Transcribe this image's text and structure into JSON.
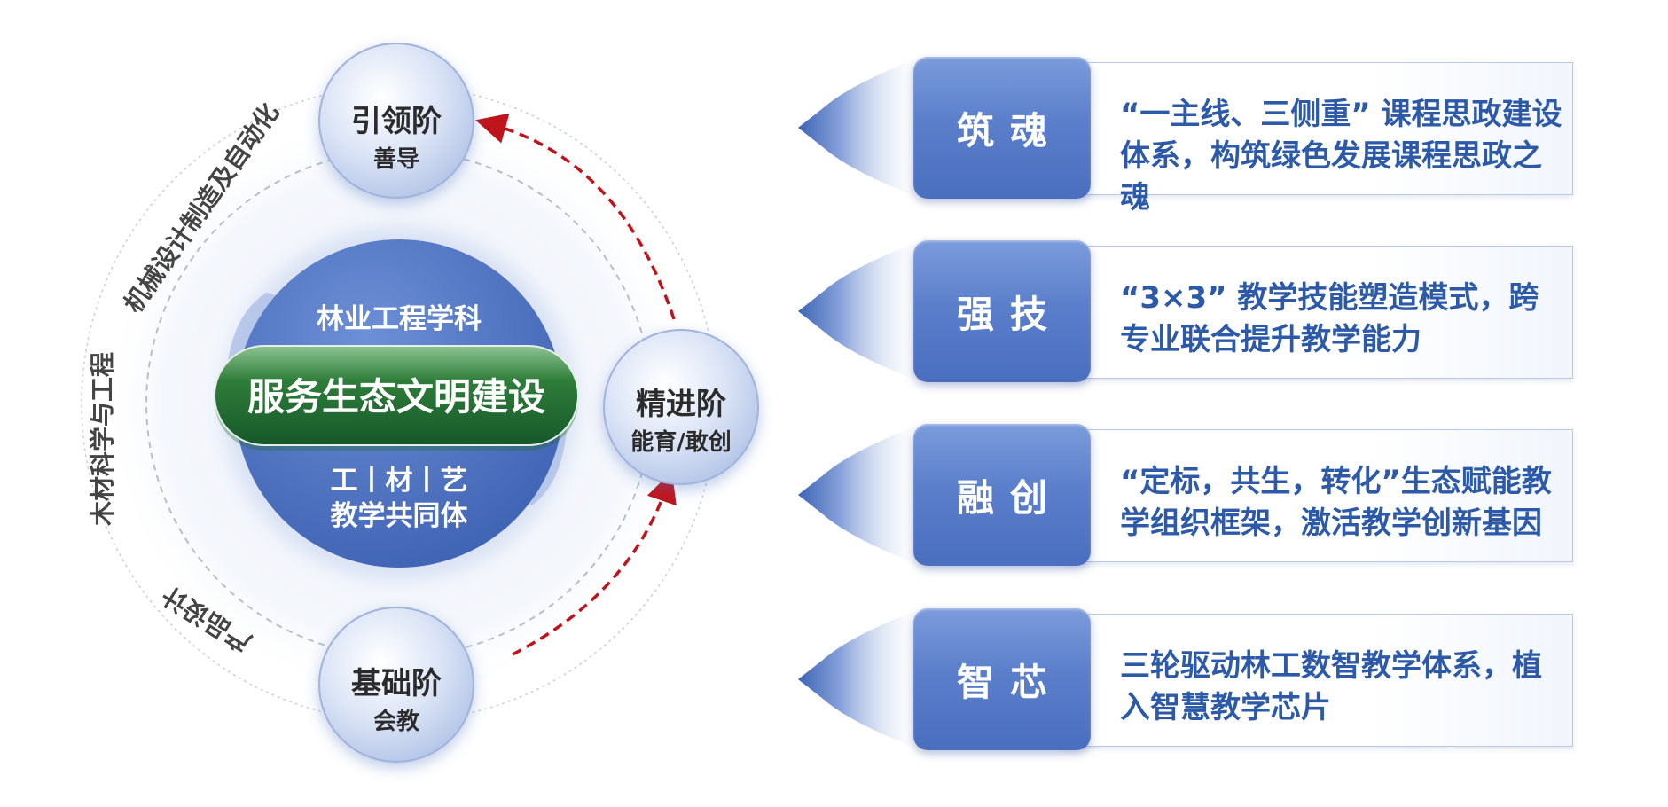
{
  "colors": {
    "primary_blue": "#4a6fbf",
    "text_blue": "#2d5aa8",
    "green": "#2f7d3a",
    "arrow_red": "#c0141c",
    "dark_text": "#2b2b2b"
  },
  "center": {
    "top_text": "林业工程学科",
    "banner": "服务生态文明建设",
    "bottom_line1": "工丨材丨艺",
    "bottom_line2": "教学共同体"
  },
  "stages": [
    {
      "title": "引领阶",
      "subtitle": "善导"
    },
    {
      "title": "精进阶",
      "subtitle": "能育/敢创"
    },
    {
      "title": "基础阶",
      "subtitle": "会教"
    }
  ],
  "ring_labels": [
    "机械设计制造及自动化",
    "木材科学与工程",
    "产品设计"
  ],
  "cards": [
    {
      "label": "筑魂",
      "text": "“一主线、三侧重” 课程思政建设体系，构筑绿色发展课程思政之魂"
    },
    {
      "label": "强技",
      "text": "“3×3” 教学技能塑造模式，跨专业联合提升教学能力"
    },
    {
      "label": "融创",
      "text": "“定标，共生，转化”生态赋能教学组织框架，激活教学创新基因"
    },
    {
      "label": "智芯",
      "text": "三轮驱动林工数智教学体系，植入智慧教学芯片"
    }
  ]
}
